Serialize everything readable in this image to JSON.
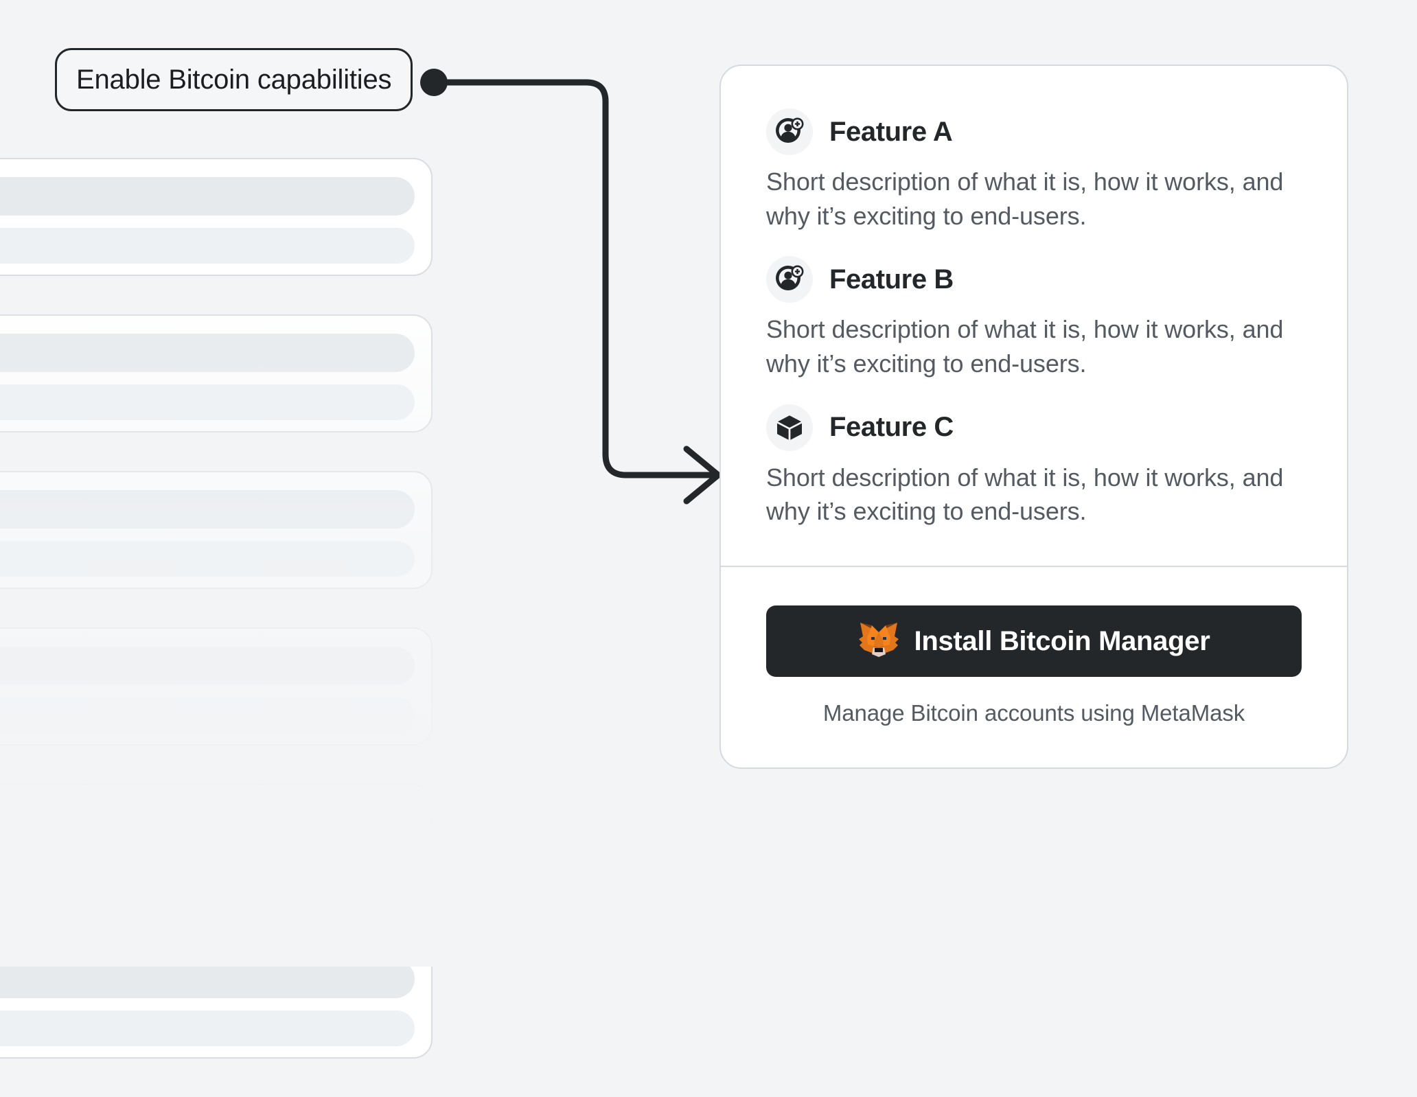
{
  "callout": {
    "label": "Enable Bitcoin capabilities",
    "connector_icon": "connector-dot-icon",
    "arrow_icon": "arrow-right-icon"
  },
  "background_color": "#f2f4f6",
  "skeleton": {
    "card_count": 6,
    "bar_colors": [
      "#e7eaed",
      "#eef1f3"
    ]
  },
  "card": {
    "border_color": "#d6dade",
    "background": "#ffffff",
    "features": [
      {
        "icon": "add-account-icon",
        "title": "Feature A",
        "description": "Short description of what it is, how it works, and why it’s exciting to end-users."
      },
      {
        "icon": "add-account-icon",
        "title": "Feature B",
        "description": "Short description of what it is, how it works, and why it’s exciting to end-users."
      },
      {
        "icon": "cube-icon",
        "title": "Feature C",
        "description": "Short description of what it is, how it works, and why it’s exciting to end-users."
      }
    ],
    "footer": {
      "button_icon": "metamask-fox-icon",
      "button_label": "Install Bitcoin Manager",
      "button_color": "#24272a",
      "caption": "Manage Bitcoin accounts using MetaMask"
    }
  },
  "colors": {
    "text_dark": "#24272a",
    "text_muted": "#535a61",
    "accent_orange": "#e17726"
  }
}
